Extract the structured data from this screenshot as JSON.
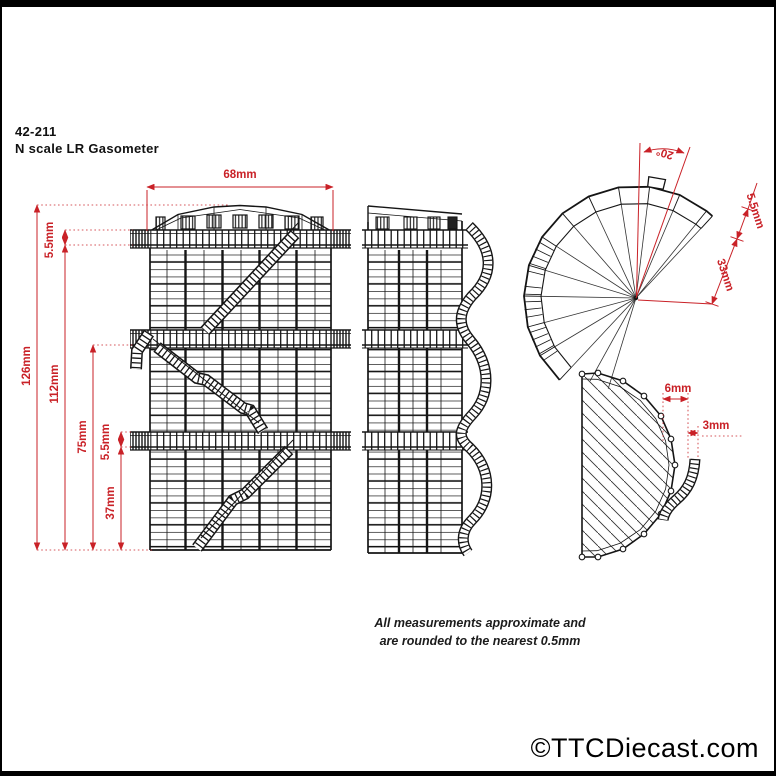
{
  "product": {
    "code": "42-211",
    "name": "N scale LR Gasometer"
  },
  "note": {
    "line1": "All measurements approximate and",
    "line2": "are rounded to the nearest 0.5mm"
  },
  "watermark": "©TTCDiecast.com",
  "colors": {
    "dimension_red": "#c92127",
    "line_black": "#151515",
    "seam_gray": "#8f8f8f",
    "background": "#ffffff",
    "frame": "#000000"
  },
  "dimensions": {
    "front": {
      "width": "68mm",
      "total_height": "126mm",
      "height_below_top_walkway": "112mm",
      "height_to_middle_walkway": "75mm",
      "height_to_lower_walkway": "37mm",
      "walkway_depth_top": "5.5mm",
      "walkway_depth_lower": "5.5mm"
    },
    "plan_top": {
      "stair_angle": "20°",
      "rim_width": "5.5mm",
      "radius": "33mm"
    },
    "plan_bottom": {
      "walkway_width": "6mm",
      "stair_width": "3mm"
    }
  }
}
